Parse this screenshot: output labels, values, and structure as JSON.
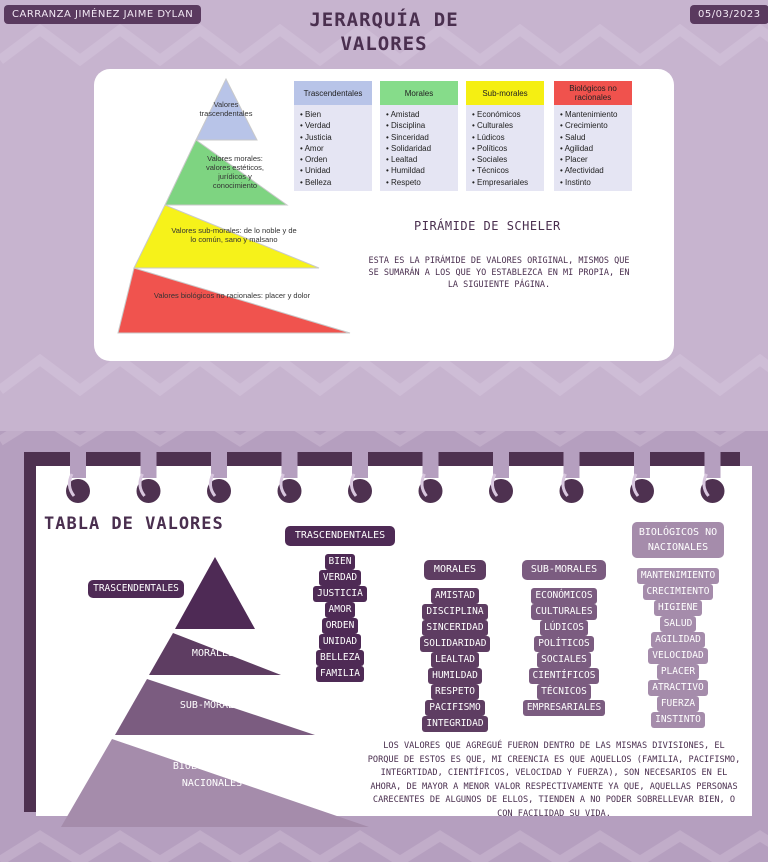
{
  "header": {
    "author": "CARRANZA JIMÉNEZ JAIME DYLAN",
    "title_line1": "JERARQUÍA DE",
    "title_line2": "VALORES",
    "date": "05/03/2023"
  },
  "scheler_card": {
    "pyramid": [
      {
        "label": "Valores trascendentales",
        "color": "#b8c4e8"
      },
      {
        "label": "Valores morales: valores estéticos, jurídicos y conocimiento",
        "color": "#7ed481"
      },
      {
        "label": "Valores sub-morales: de lo noble y de lo común, sano y malsano",
        "color": "#f6f21a"
      },
      {
        "label": "Valores biológicos no racionales: placer y dolor",
        "color": "#f0534e"
      }
    ],
    "columns": [
      {
        "header": "Trascendentales",
        "color": "#b8c4e8",
        "items": [
          "Bien",
          "Verdad",
          "Justicia",
          "Amor",
          "Orden",
          "Unidad",
          "Belleza"
        ]
      },
      {
        "header": "Morales",
        "color": "#86dc8a",
        "items": [
          "Amistad",
          "Disciplina",
          "Sinceridad",
          "Solidaridad",
          "Lealtad",
          "Humildad",
          "Respeto"
        ]
      },
      {
        "header": "Sub-morales",
        "color": "#f5ef12",
        "items": [
          "Económicos",
          "Culturales",
          "Lúdicos",
          "Políticos",
          "Sociales",
          "Técnicos",
          "Empresariales"
        ]
      },
      {
        "header": "Biológicos no racionales",
        "color": "#f0524d",
        "items": [
          "Mantenimiento",
          "Crecimiento",
          "Salud",
          "Agilidad",
          "Placer",
          "Afectividad",
          "Instinto"
        ]
      }
    ],
    "title": "PIRÁMIDE DE SCHELER",
    "description": "ESTA ES LA PIRÁMIDE DE VALORES ORIGINAL, MISMOS QUE SE SUMARÁN A LOS QUE YO ESTABLEZCA EN MI PROPIA, EN LA SIGUIENTE PÁGINA."
  },
  "table": {
    "title": "TABLA DE VALORES",
    "pyramid_labels": [
      "TRASCENDENTALES",
      "MORALES",
      "SUB-MORALES",
      "BIOLÓGICOS NO NACIONALES"
    ],
    "pyramid_colors": [
      "#4e2a55",
      "#5e3d62",
      "#7b5c80",
      "#a58cab"
    ],
    "columns": [
      {
        "header": "TRASCENDENTALES",
        "color": "#4e2a55",
        "items": [
          "BIEN",
          "VERDAD",
          "JUSTICIA",
          "AMOR",
          "ORDEN",
          "UNIDAD",
          "BELLEZA",
          "FAMILIA"
        ]
      },
      {
        "header": "MORALES",
        "color": "#5e3d62",
        "items": [
          "AMISTAD",
          "DISCIPLINA",
          "SINCERIDAD",
          "SOLIDARIDAD",
          "LEALTAD",
          "HUMILDAD",
          "RESPETO",
          "PACIFISMO",
          "INTEGRIDAD"
        ]
      },
      {
        "header": "SUB-MORALES",
        "color": "#7b5c80",
        "items": [
          "ECONÓMICOS",
          "CULTURALES",
          "LÚDICOS",
          "POLÍTICOS",
          "SOCIALES",
          "CIENTÍFICOS",
          "TÉCNICOS",
          "EMPRESARIALES"
        ]
      },
      {
        "header_line1": "BIOLÓGICOS NO",
        "header_line2": "NACIONALES",
        "color": "#a58cab",
        "items": [
          "MANTENIMIENTO",
          "CRECIMIENTO",
          "HIGIENE",
          "SALUD",
          "AGILIDAD",
          "VELOCIDAD",
          "PLACER",
          "ATRACTIVO",
          "FUERZA",
          "INSTINTO"
        ]
      }
    ],
    "footer": "LOS VALORES QUE AGREGUÉ FUERON DENTRO DE LAS MISMAS DIVISIONES, EL PORQUE DE ESTOS ES QUE, MI CREENCIA ES QUE AQUELLOS (FAMILIA, PACIFISMO, INTEGRTIDAD, CIENTÍFICOS, VELOCIDAD Y FUERZA), SON NECESARIOS EN EL AHORA, DE MAYOR A MENOR VALOR RESPECTIVAMENTE YA QUE, AQUELLAS PERSONAS CARECENTES DE ALGUNOS DE ELLOS, TIENDEN A NO PODER SOBRELLEVAR BIEN, O CON FACILIDAD SU VIDA."
  }
}
